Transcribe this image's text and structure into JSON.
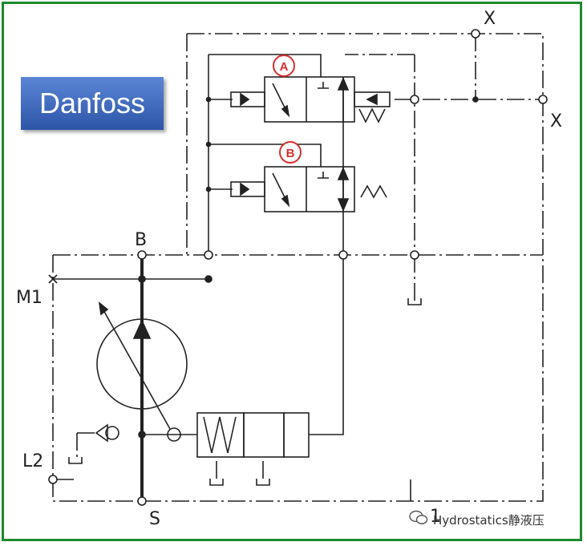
{
  "brand": {
    "label": "Danfoss",
    "color_top": "#5b86d6",
    "color_bottom": "#2d55a8"
  },
  "frame_color": "#1e8a2e",
  "ports": {
    "X_top": "X",
    "X_right": "X",
    "B": "B",
    "M1": "M1",
    "L2": "L2",
    "S": "S",
    "L1": "1"
  },
  "valve_markers": {
    "A": "A",
    "B": "B",
    "color": "#d32f2f"
  },
  "watermark": {
    "icon": "wechat-icon",
    "text": "Hydrostatics静液压"
  }
}
